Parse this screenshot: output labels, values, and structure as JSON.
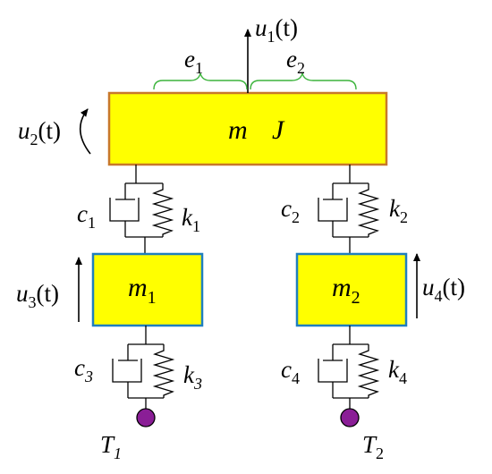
{
  "body": {
    "mass_symbol": "m",
    "inertia_symbol": "J",
    "border_color": "#c8782a"
  },
  "masses": [
    {
      "symbol": "m",
      "subscript": "1",
      "border_color": "#1f7fbf"
    },
    {
      "symbol": "m",
      "subscript": "2",
      "border_color": "#1f7fbf"
    }
  ],
  "displacements": [
    {
      "symbol": "u",
      "subscript": "1",
      "argument": "(t)"
    },
    {
      "symbol": "u",
      "subscript": "2",
      "argument": "(t)"
    },
    {
      "symbol": "u",
      "subscript": "3",
      "argument": "(t)"
    },
    {
      "symbol": "u",
      "subscript": "4",
      "argument": "(t)"
    }
  ],
  "distances": [
    {
      "symbol": "e",
      "subscript": "1"
    },
    {
      "symbol": "e",
      "subscript": "2"
    }
  ],
  "brace_color": "#3cb43c",
  "fill_color": "#ffff00",
  "dampers": [
    {
      "symbol": "c",
      "subscript": "1"
    },
    {
      "symbol": "c",
      "subscript": "2"
    },
    {
      "symbol": "c",
      "subscript": "3"
    },
    {
      "symbol": "c",
      "subscript": "4"
    }
  ],
  "springs": [
    {
      "symbol": "k",
      "subscript": "1"
    },
    {
      "symbol": "k",
      "subscript": "2"
    },
    {
      "symbol": "k",
      "subscript": "3"
    },
    {
      "symbol": "k",
      "subscript": "4"
    }
  ],
  "terminals": [
    {
      "symbol": "T",
      "subscript": "1",
      "color": "#8a1e96"
    },
    {
      "symbol": "T",
      "subscript": "2",
      "color": "#8a1e96"
    }
  ]
}
